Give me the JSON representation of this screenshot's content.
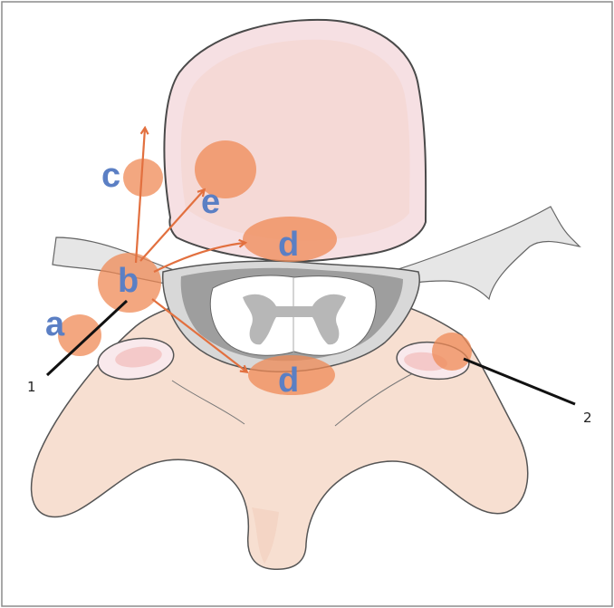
{
  "colors": {
    "frame": "#8c8c8c",
    "vertebral_body_fill": "#f6e0e3",
    "vertebral_body_stroke": "#4a4a4a",
    "bone_fill": "#f7dfd1",
    "nerve_fill": "#e6e6e6",
    "canal_fill": "#c9c9c9",
    "cord_fill": "#ffffff",
    "gray_matter": "#b7b7b7",
    "highlight": "#ef8a56",
    "arrow": "#e2703f",
    "label": "#5b7fc4",
    "pointer": "#111111"
  },
  "labels": {
    "a": "a",
    "b": "b",
    "c": "c",
    "d_upper": "d",
    "d_lower": "d",
    "e": "e"
  },
  "pointers": {
    "one": "1",
    "two": "2"
  }
}
